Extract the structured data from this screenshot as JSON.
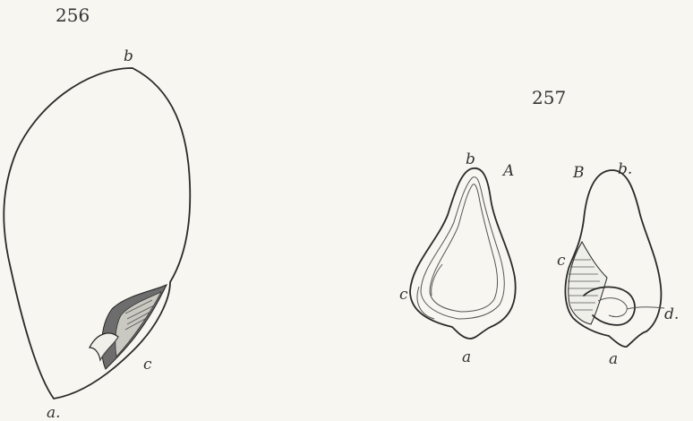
{
  "figures": [
    {
      "number": "256",
      "labels": {
        "top": "b",
        "embryo": "c",
        "base": "a."
      }
    },
    {
      "number": "257",
      "left": {
        "letter": "A",
        "top": "b",
        "side": "c",
        "base": "a"
      },
      "right": {
        "letter": "B",
        "top": "b.",
        "side": "c",
        "right_side": "d.",
        "base": "a"
      }
    }
  ],
  "colors": {
    "line": "#2a2a2a",
    "paper": "#f7f6f0"
  }
}
